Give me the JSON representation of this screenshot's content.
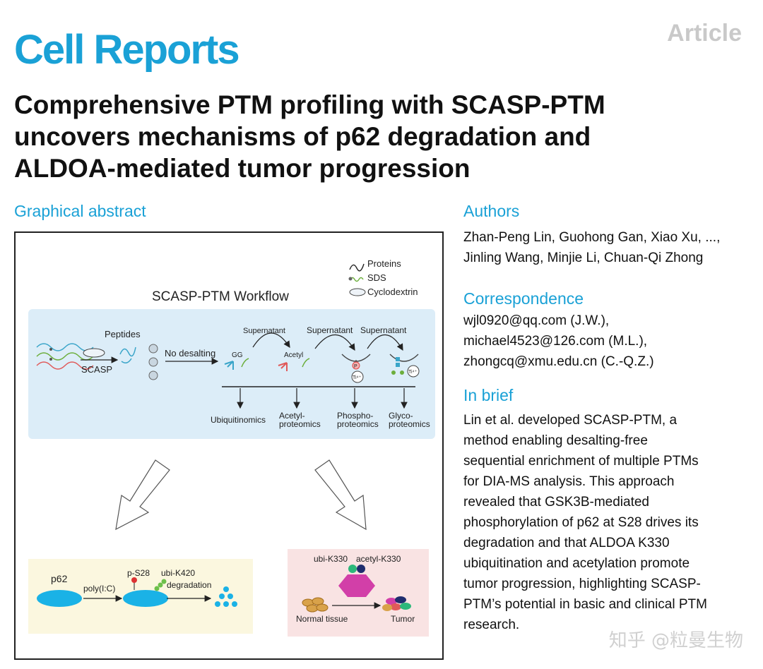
{
  "header": {
    "journal": "Cell Reports",
    "article_type": "Article",
    "title_lines": [
      "Comprehensive PTM profiling with SCASP-PTM",
      "uncovers mechanisms of p62 degradation and",
      "ALDOA-mediated tumor progression"
    ]
  },
  "graphical_abstract": {
    "heading": "Graphical abstract",
    "legend": [
      "Proteins",
      "SDS",
      "Cyclodextrin"
    ],
    "workflow_title": "SCASP-PTM Workflow",
    "peptides_label": "Peptides",
    "scasp_label": "SCASP",
    "no_desalting_label": "No desalting",
    "gg_label": "GG",
    "acetyl_label": "Acetyl",
    "supernatant_label": "Supernatant",
    "p_label": "P",
    "ti_label": "Ti⁴⁺",
    "outputs": [
      {
        "line1": "Ubiquitinomics",
        "line2": ""
      },
      {
        "line1": "Acetyl-",
        "line2": "proteomics"
      },
      {
        "line1": "Phospho-",
        "line2": "proteomics"
      },
      {
        "line1": "Glyco-",
        "line2": "proteomics"
      }
    ],
    "left_panel": {
      "p62": "p62",
      "stimulus": "poly(I:C)",
      "ps28": "p-S28",
      "ubi": "ubi-K420",
      "degradation": "degradation"
    },
    "right_panel": {
      "ubi_k330": "ubi-K330",
      "acetyl_k330": "acetyl-K330",
      "normal": "Normal tissue",
      "tumor": "Tumor"
    }
  },
  "authors": {
    "heading": "Authors",
    "lines": [
      "Zhan-Peng Lin, Guohong Gan, Xiao Xu, ...,",
      "Jinling Wang, Minjie Li, Chuan-Qi Zhong"
    ]
  },
  "correspondence": {
    "heading": "Correspondence",
    "lines": [
      "wjl0920@qq.com (J.W.),",
      "michael4523@126.com (M.L.),",
      "zhongcq@xmu.edu.cn (C.-Q.Z.)"
    ]
  },
  "in_brief": {
    "heading": "In brief",
    "lines": [
      "Lin et al. developed SCASP-PTM, a",
      "method enabling desalting-free",
      "sequential enrichment of multiple PTMs",
      "for DIA-MS analysis. This approach",
      "revealed that GSK3B-mediated",
      "phosphorylation of p62 at S28 drives its",
      "degradation and that ALDOA K330",
      "ubiquitination and acetylation promote",
      "tumor progression, highlighting SCASP-",
      "PTM’s potential in basic and clinical PTM",
      "research."
    ]
  },
  "watermark": "知乎 @粒曼生物",
  "colors": {
    "brand": "#1aa1d6",
    "workflow_bg": "#dcedf8",
    "left_panel_bg": "#fbf7df",
    "right_panel_bg": "#f9e3e3",
    "cyan": "#1ab2e6",
    "hexagon": "#d23fa8"
  }
}
